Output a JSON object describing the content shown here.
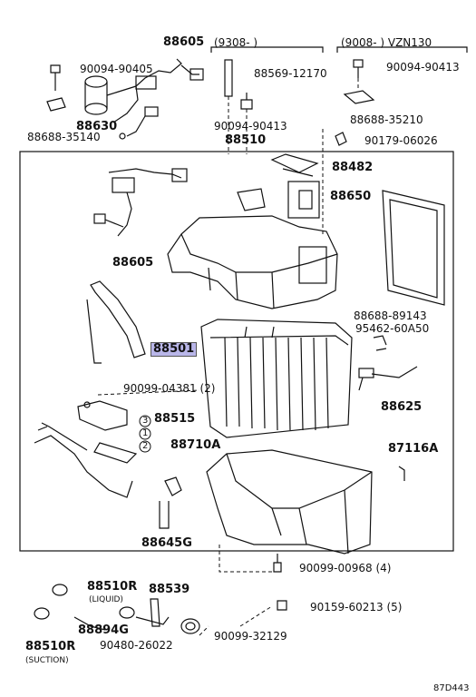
{
  "labels": {
    "p88605_top": "88605",
    "range_9308": "(9308-        )",
    "range_9008": "(9008-       ) VZN130",
    "p90094_90405": "90094-90405",
    "p88569_12170": "88569-12170",
    "p90094_90413_r": "90094-90413",
    "p88630": "88630",
    "p88688_35140": "88688-35140",
    "p90094_90413_c": "90094-90413",
    "p88688_35210": "88688-35210",
    "p90179_06026": "90179-06026",
    "p88510": "88510",
    "p88482": "88482",
    "p88650": "88650",
    "p88605_mid": "88605",
    "p88688_89143": "88688-89143",
    "p95462_60A50": "95462-60A50",
    "p88501": "88501",
    "p90099_04381": "90099-04381 (2)",
    "p88625": "88625",
    "p88515": "88515",
    "p88710A": "88710A",
    "p87116A": "87116A",
    "p88645G": "88645G",
    "p90099_00968": "90099-00968 (4)",
    "p88510R_liq": "88510R",
    "liquid": "(LIQUID)",
    "p88539": "88539",
    "p90159_60213": "90159-60213 (5)",
    "p88894G": "88894G",
    "p90480_26022": "90480-26022",
    "p90099_32129": "90099-32129",
    "p88510R_suc": "88510R",
    "suction": "(SUCTION)",
    "circle1": "1",
    "circle2": "2",
    "circle3": "3",
    "ref": "87D443"
  },
  "colors": {
    "line": "#111111",
    "highlight": "#b9b6e9"
  }
}
